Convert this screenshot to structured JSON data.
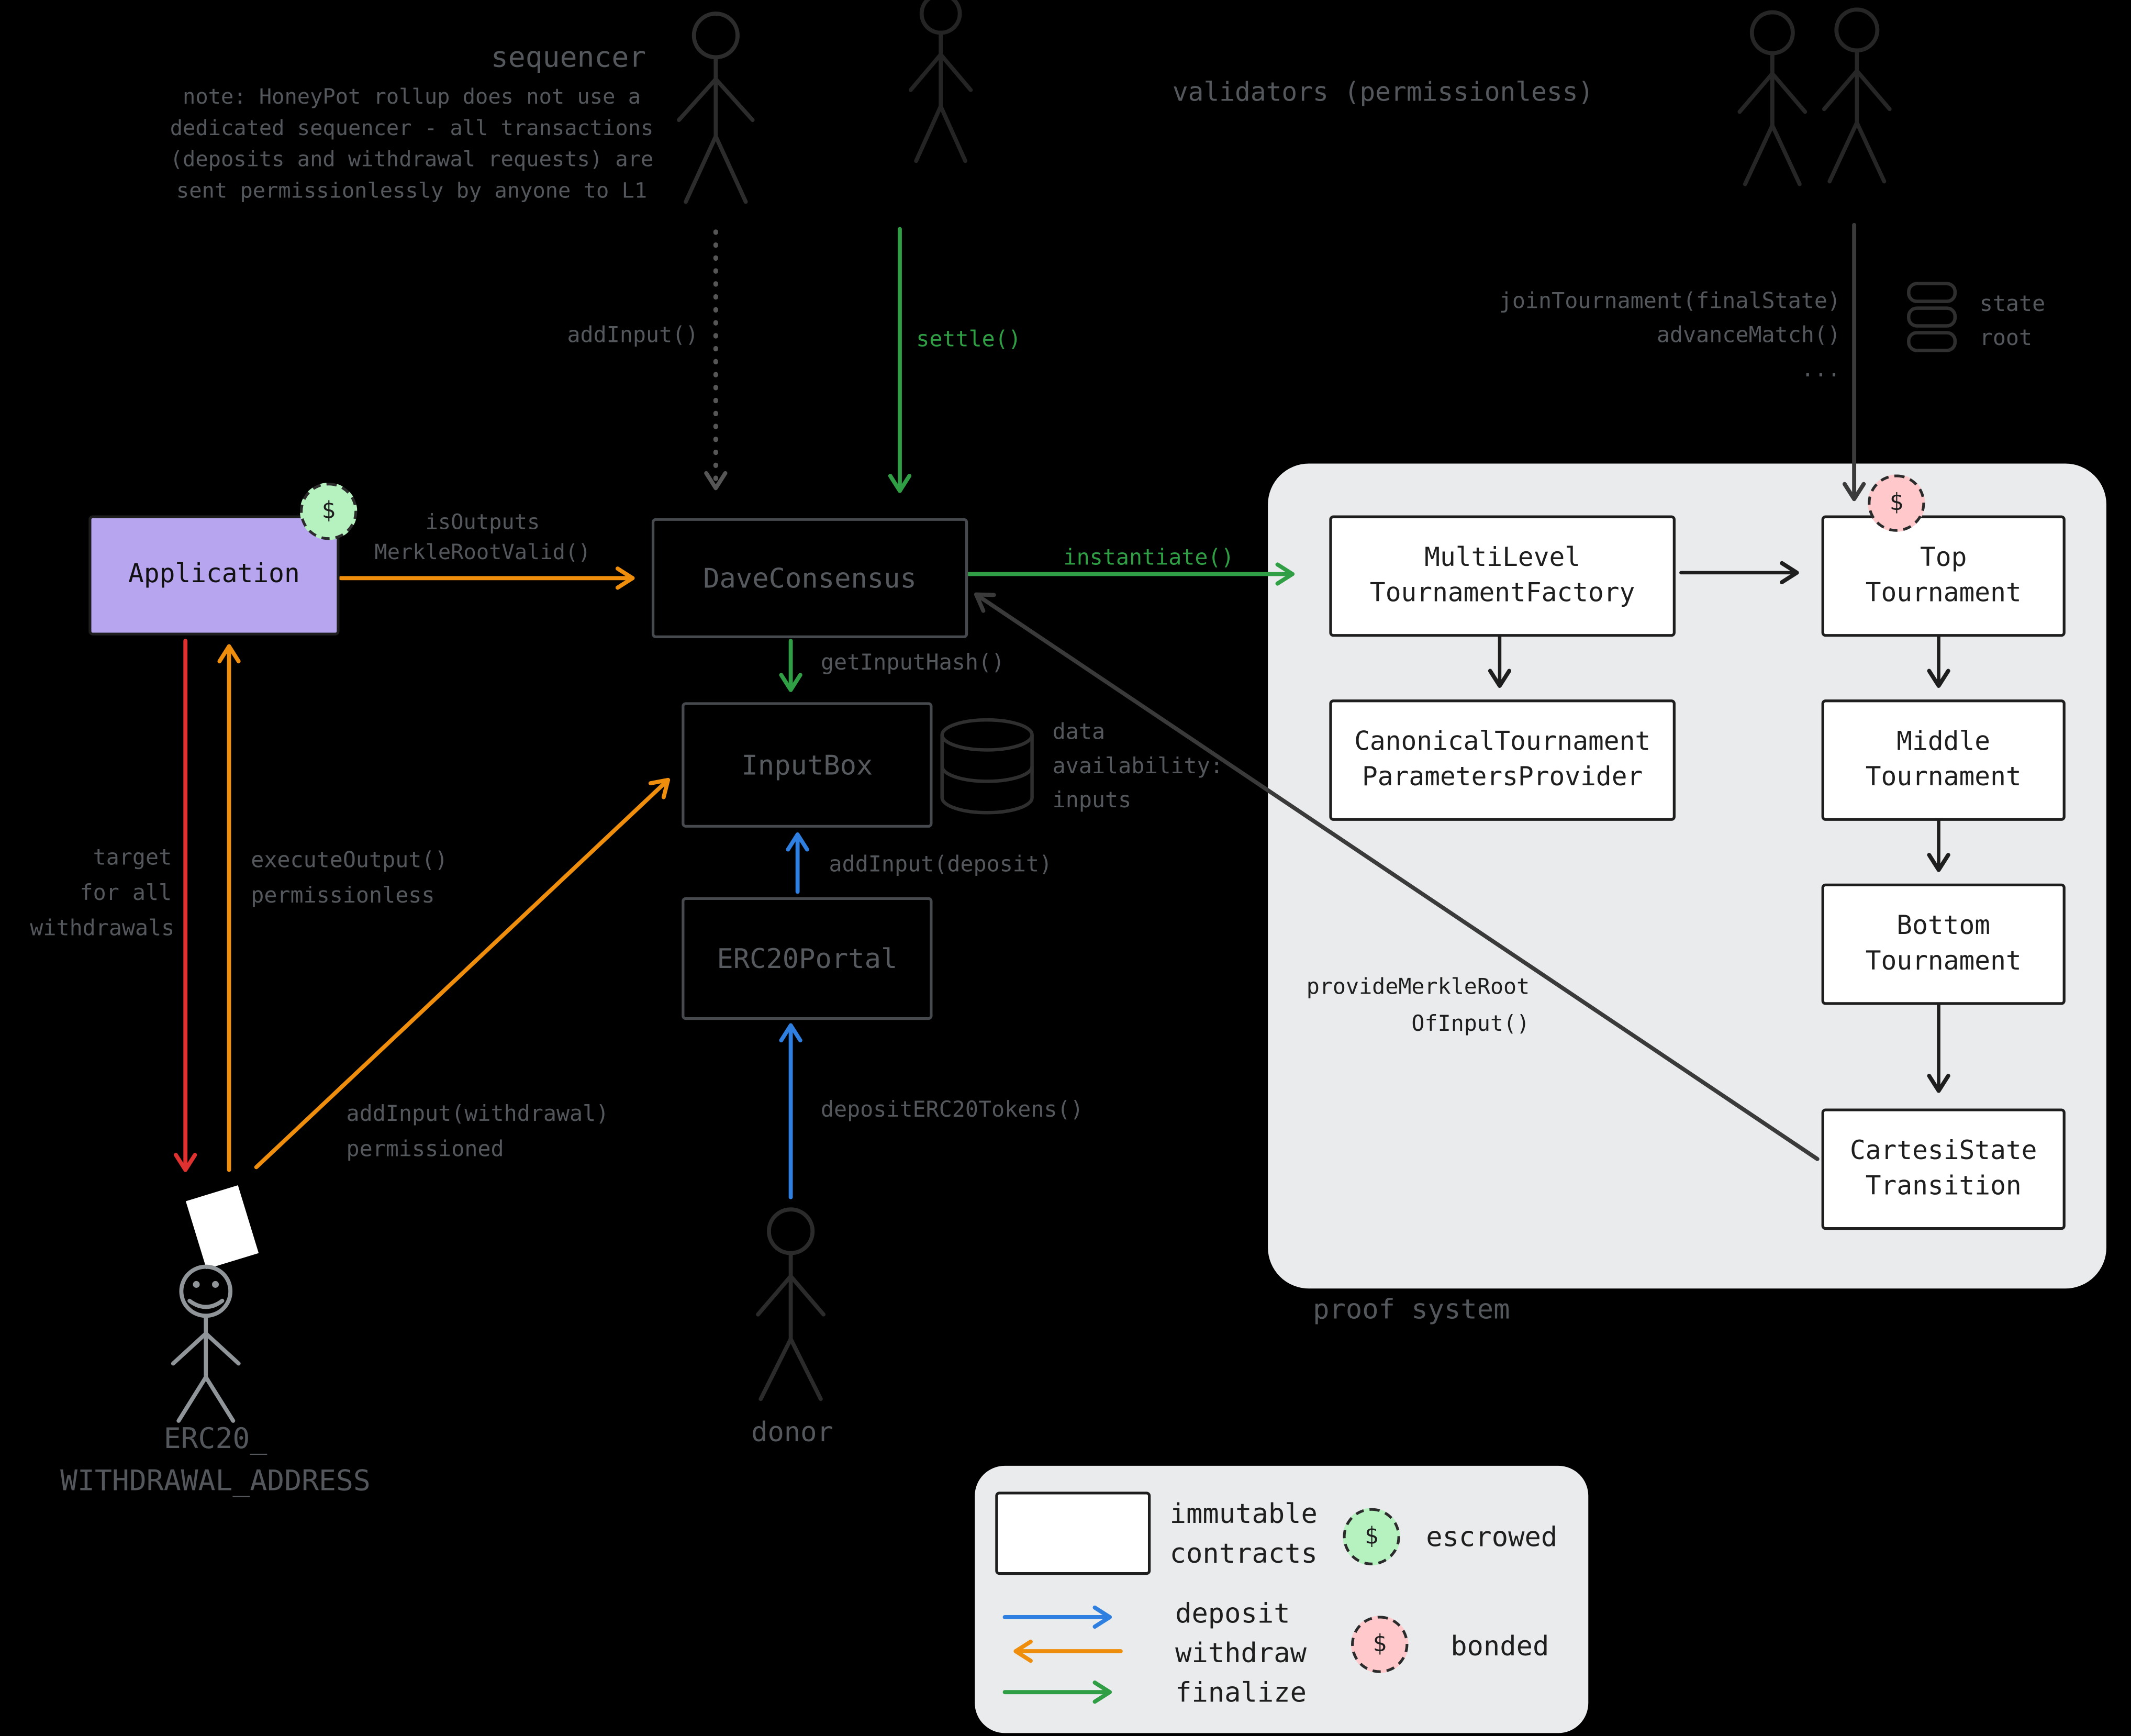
{
  "top": {
    "sequencer_title": "sequencer",
    "sequencer_note": "note: HoneyPot rollup does not use a\ndedicated sequencer - all transactions\n(deposits and withdrawal requests) are\nsent permissionlessly by anyone to L1",
    "validators_title": "validators (permissionless)",
    "add_input_label": "addInput()",
    "settle_label": "settle()",
    "join_block": "joinTournament(finalState)\nadvanceMatch()\n...",
    "state_root": "state\nroot"
  },
  "left": {
    "application": "Application",
    "is_outputs": "isOutputs\nMerkleRootValid()",
    "target": "target\nfor all\nwithdrawals",
    "execute_output": "executeOutput()\npermissionless",
    "add_input_withdrawal": "addInput(withdrawal)\npermissioned",
    "withdrawal_address": "ERC20_\nWITHDRAWAL_ADDRESS"
  },
  "center": {
    "dave_consensus": "DaveConsensus",
    "input_box": "InputBox",
    "erc20_portal": "ERC20Portal",
    "get_input_hash": "getInputHash()",
    "instantiate": "instantiate()",
    "add_input_deposit": "addInput(deposit)",
    "deposit_erc20": "depositERC20Tokens()",
    "data_availability": "data\navailability:\ninputs",
    "donor": "donor"
  },
  "proof_system": {
    "title": "proof system",
    "factory": "MultiLevel\nTournamentFactory",
    "canonical": "CanonicalTournament\nParametersProvider",
    "top_tournament": "Top\nTournament",
    "middle_tournament": "Middle\nTournament",
    "bottom_tournament": "Bottom\nTournament",
    "cartesi": "CartesiState\nTransition",
    "provide_merkle": "provideMerkleRoot\nOfInput()"
  },
  "badges": {
    "dollar": "$"
  },
  "legend": {
    "immutable": "immutable\ncontracts",
    "escrowed": "escrowed",
    "deposit": "deposit",
    "withdraw": "withdraw",
    "finalize": "finalize",
    "bonded": "bonded"
  },
  "colors": {
    "background": "#000000",
    "muted_text": "#54585c",
    "orange": "#ef8e0d",
    "green": "#2f9e44",
    "blue": "#2f7fe0",
    "red": "#e03131",
    "application_fill": "#b8a5f0",
    "panel_fill": "#e9ebed",
    "escrow_fill": "#b5f2c0",
    "bond_fill": "#ffc9cc"
  }
}
